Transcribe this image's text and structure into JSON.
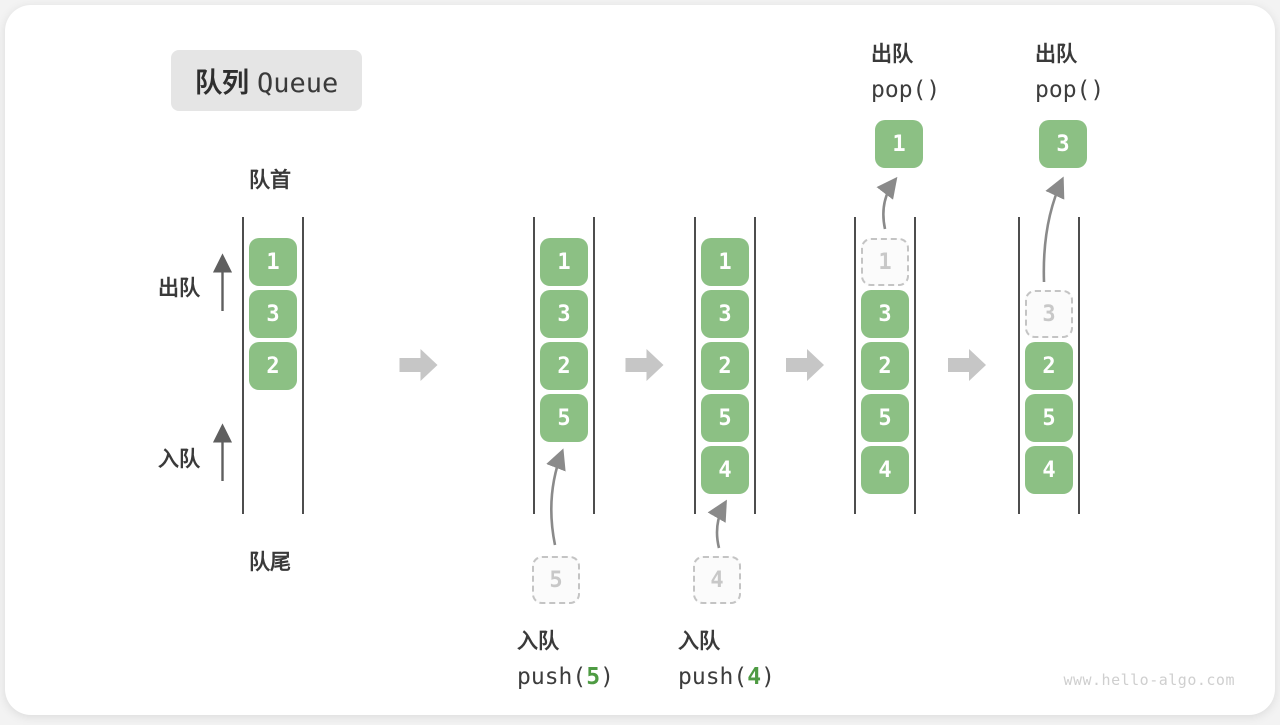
{
  "title": {
    "zh": "队列",
    "en": "Queue"
  },
  "queue_labels": {
    "front": "队首",
    "rear": "队尾",
    "dequeue": "出队",
    "enqueue": "入队"
  },
  "watermark": "www.hello-algo.com",
  "colors": {
    "green": "#8CC084",
    "code_green": "#4E9B43",
    "wall": "#4d4d4d",
    "dashed_border": "#c4c4c4",
    "dashed_text": "#c8c8c8",
    "block_arrow": "#c6c6c6",
    "curve_arrow": "#8a8a8a",
    "side_arrow": "#5f5f5f",
    "text_dark": "#3a3a3a",
    "title_bg": "#e5e5e5"
  },
  "stages": [
    {
      "name": "initial-queue",
      "cells": [
        {
          "slot": 0,
          "value": "1",
          "style": "solid"
        },
        {
          "slot": 1,
          "value": "3",
          "style": "solid"
        },
        {
          "slot": 2,
          "value": "2",
          "style": "solid"
        }
      ]
    },
    {
      "name": "after-push-5",
      "cells": [
        {
          "slot": 0,
          "value": "1",
          "style": "solid"
        },
        {
          "slot": 1,
          "value": "3",
          "style": "solid"
        },
        {
          "slot": 2,
          "value": "2",
          "style": "solid"
        },
        {
          "slot": 3,
          "value": "5",
          "style": "solid"
        }
      ],
      "below": {
        "value": "5"
      },
      "operation_bottom": {
        "label": "入队",
        "code_prefix": "push(",
        "code_arg": "5",
        "code_suffix": ")"
      }
    },
    {
      "name": "after-push-4",
      "cells": [
        {
          "slot": 0,
          "value": "1",
          "style": "solid"
        },
        {
          "slot": 1,
          "value": "3",
          "style": "solid"
        },
        {
          "slot": 2,
          "value": "2",
          "style": "solid"
        },
        {
          "slot": 3,
          "value": "5",
          "style": "solid"
        },
        {
          "slot": 4,
          "value": "4",
          "style": "solid"
        }
      ],
      "below": {
        "value": "4"
      },
      "operation_bottom": {
        "label": "入队",
        "code_prefix": "push(",
        "code_arg": "4",
        "code_suffix": ")"
      }
    },
    {
      "name": "after-pop-1",
      "cells": [
        {
          "slot": 0,
          "value": "1",
          "style": "dashed"
        },
        {
          "slot": 1,
          "value": "3",
          "style": "solid"
        },
        {
          "slot": 2,
          "value": "2",
          "style": "solid"
        },
        {
          "slot": 3,
          "value": "5",
          "style": "solid"
        },
        {
          "slot": 4,
          "value": "4",
          "style": "solid"
        }
      ],
      "above": {
        "value": "1"
      },
      "operation_top": {
        "label": "出队",
        "code": "pop()"
      }
    },
    {
      "name": "after-pop-3",
      "cells": [
        {
          "slot": 1,
          "value": "3",
          "style": "dashed"
        },
        {
          "slot": 2,
          "value": "2",
          "style": "solid"
        },
        {
          "slot": 3,
          "value": "5",
          "style": "solid"
        },
        {
          "slot": 4,
          "value": "4",
          "style": "solid"
        }
      ],
      "above": {
        "value": "3"
      },
      "operation_top": {
        "label": "出队",
        "code": "pop()"
      }
    }
  ]
}
